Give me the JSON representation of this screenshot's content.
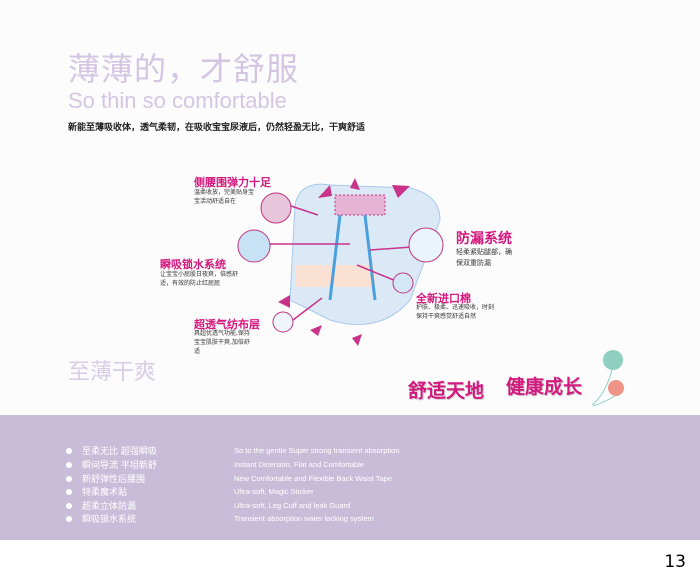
{
  "header": {
    "title_cn": "薄薄的，才舒服",
    "title_en": "So thin so  comfortable",
    "intro": "新能至薄吸收体，透气柔韧，在吸收宝宝尿液后，仍然轻盈无比，干爽舒适"
  },
  "features": [
    {
      "title": "侧腰围弹力十足",
      "desc": "温柔收放，完美贴身宝宝活动舒适自在"
    },
    {
      "title": "瞬吸锁水系统",
      "desc": "让宝宝小屁股日夜爽，倍感舒适，有效的防止红屁屁"
    },
    {
      "title": "超透气纺布层",
      "desc": "具超优透气功能,保持宝宝肌肤干爽,加倍舒适"
    },
    {
      "title": "防漏系统",
      "desc": "轻柔紧贴腿部，确保双重防漏"
    },
    {
      "title": "全新进口棉",
      "desc": "护肤、极柔、迅速吸收，时刻保持干爽感觉舒适自然"
    }
  ],
  "slogans": {
    "left": "至薄干爽",
    "right1": "舒适天地",
    "right2": "健康成长"
  },
  "list": [
    {
      "cn": "至柔无比  超强瞬吸",
      "en": "So to the gentle Super strong transient absorption"
    },
    {
      "cn": "瞬间导流  平坦新舒",
      "en": "Instant Dicersion, Flat and Comfortable"
    },
    {
      "cn": "新舒弹性后腰围",
      "en": "New Comfortable and Flexible Back Waist Tape"
    },
    {
      "cn": "特柔魔术贴",
      "en": "Ultra-soft, Magic Sticker"
    },
    {
      "cn": "超柔立体防漏",
      "en": "Ultra-soft, Leg Cuff and leak Guard"
    },
    {
      "cn": "瞬吸锁水系统",
      "en": "Transient absorption water locking system"
    }
  ],
  "page_number": "13",
  "colors": {
    "accent": "#d4197e",
    "band": "#c9bcd9",
    "title": "#d4c6e3"
  }
}
